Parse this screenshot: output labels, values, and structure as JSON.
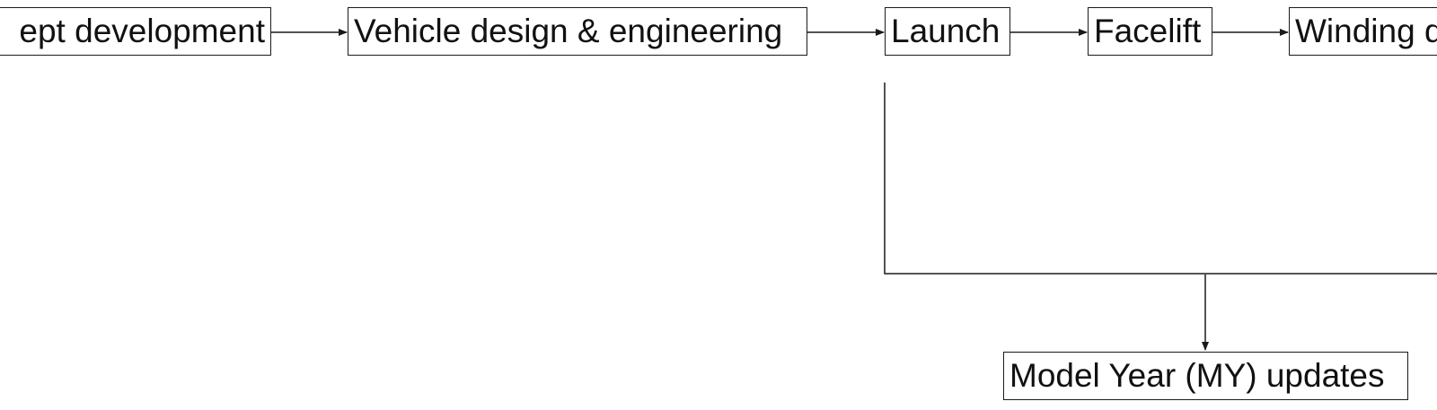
{
  "diagram": {
    "stages": {
      "concept": "ept development",
      "design": "Vehicle design & engineering",
      "launch": "Launch",
      "facelift": "Facelift",
      "winding": "Winding d"
    },
    "branch": {
      "model_year": "Model Year (MY) updates"
    }
  },
  "colors": {
    "line": "#1a1a1a",
    "text": "#111111",
    "background": "#ffffff"
  }
}
